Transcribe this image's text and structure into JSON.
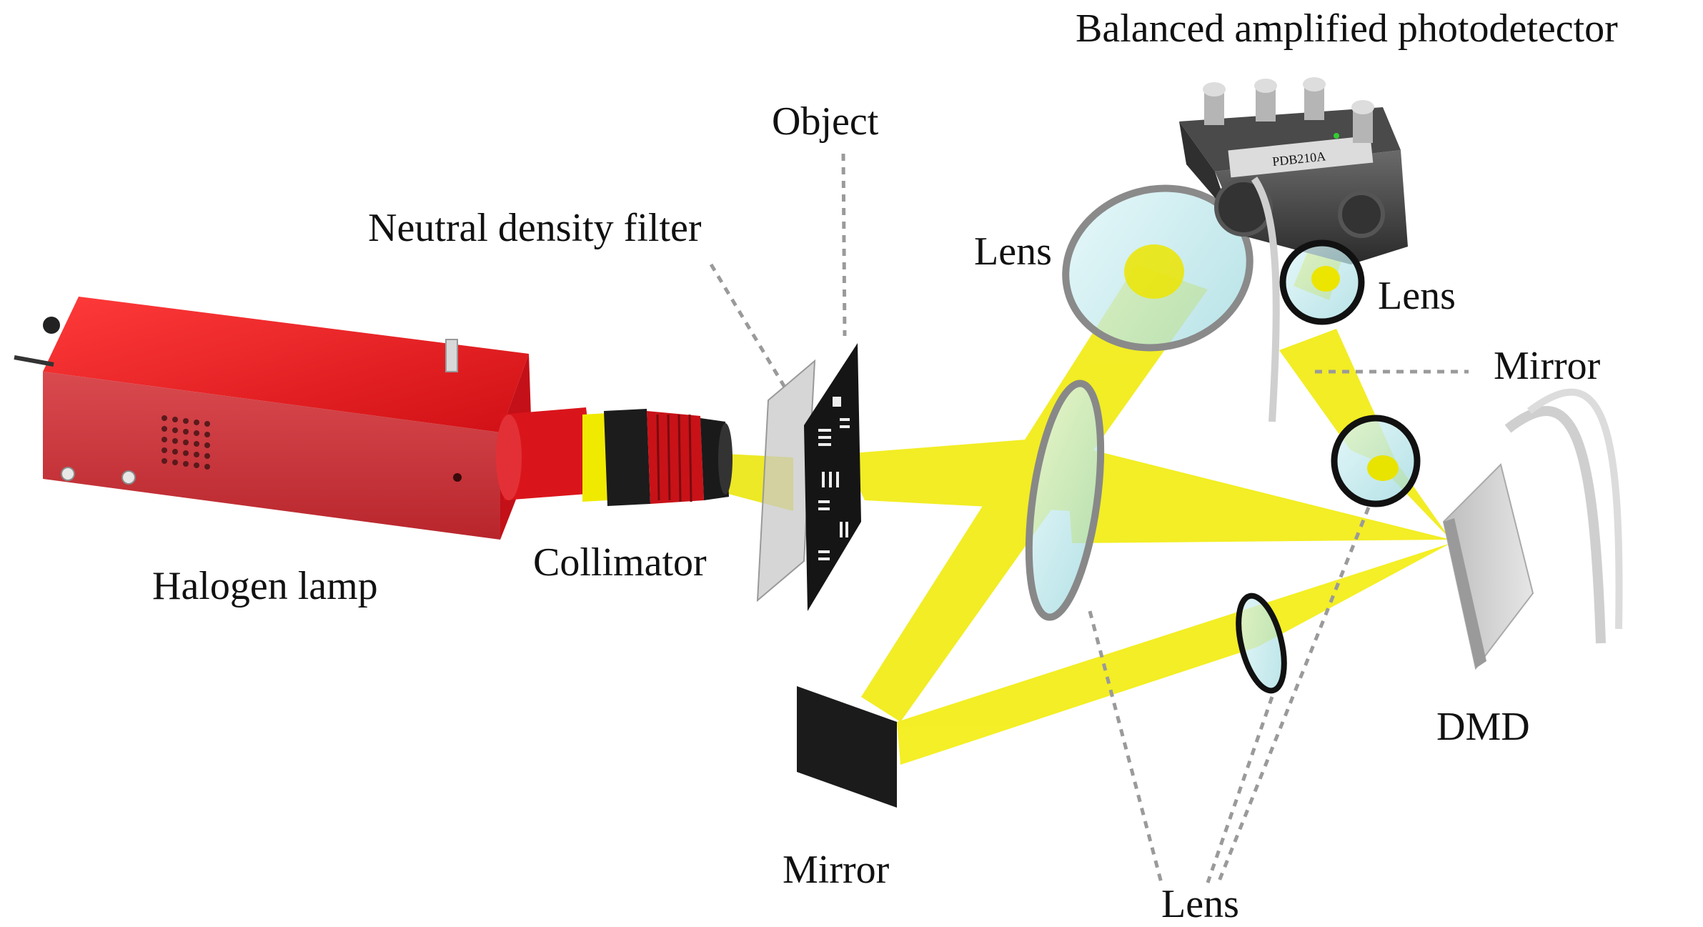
{
  "labels": {
    "halogen_lamp": "Halogen lamp",
    "collimator": "Collimator",
    "nd_filter": "Neutral density filter",
    "object": "Object",
    "balanced_detector": "Balanced amplified photodetector",
    "lens_top_left": "Lens",
    "lens_top_right": "Lens",
    "mirror_right": "Mirror",
    "mirror_bottom": "Mirror",
    "dmd": "DMD",
    "lens_bottom": "Lens"
  },
  "detector_model": "PDB210A",
  "colors": {
    "beam": "#f2ec00",
    "lamp_red": "#d8141a",
    "lens_glass": "#bfe9ee",
    "leader_line": "#9a9a9a"
  }
}
